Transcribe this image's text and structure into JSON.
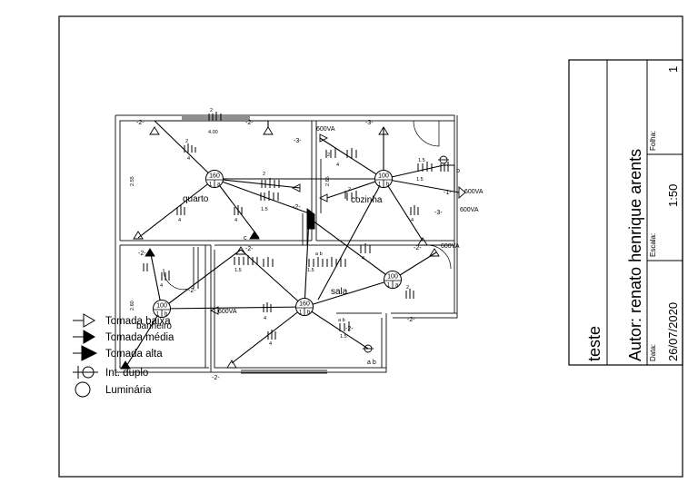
{
  "title_block": {
    "project": "teste",
    "author": "Autor: renato henrique arents",
    "date_label": "Data:",
    "date": "26/07/2020",
    "scale_label": "Escala:",
    "scale": "1:50",
    "sheet_label": "Folha:",
    "sheet": "1"
  },
  "rooms": {
    "quarto": "quarto",
    "cozinha": "cozinha",
    "sala": "sala",
    "banheiro": "banheiro"
  },
  "legend": [
    {
      "icon": "tomada-baixa-icon",
      "label": "Tomada baixa"
    },
    {
      "icon": "tomada-media-icon",
      "label": "Tomada média"
    },
    {
      "icon": "tomada-alta-icon",
      "label": "Tomada alta"
    },
    {
      "icon": "interruptor-duplo-icon",
      "label": "Int. duplo"
    },
    {
      "icon": "luminaria-icon",
      "label": "Luminária"
    }
  ],
  "luminaires": [
    {
      "id": "quarto",
      "power": "160",
      "circuit": "1",
      "switch": "a"
    },
    {
      "id": "cozinha",
      "power": "100",
      "circuit": "1",
      "switch": "b"
    },
    {
      "id": "sala-right",
      "power": "100",
      "circuit": "1",
      "switch": "a"
    },
    {
      "id": "sala",
      "power": "160",
      "circuit": "1",
      "switch": "b"
    },
    {
      "id": "banheiro",
      "power": "100",
      "circuit": "1",
      "switch": "b"
    }
  ],
  "labels": {
    "va600a": "600VA",
    "va600b": "600VA",
    "va600c": "600VA",
    "va600d": "600VA",
    "va600e": "600VA",
    "switch_ab": "a b",
    "c2": "-2-",
    "c3": "-3-",
    "c1": "-1-",
    "n2": "2",
    "n4": "4",
    "n15": "1.5",
    "dim1": "4.00",
    "dim2": "2.55",
    "dim3": "2.65",
    "dim4": "2.60",
    "sw_a": "a",
    "sw_b": "b",
    "sw_c": "c"
  },
  "colors": {
    "line": "#000000",
    "wall": "#222222",
    "dim": "#888888"
  }
}
